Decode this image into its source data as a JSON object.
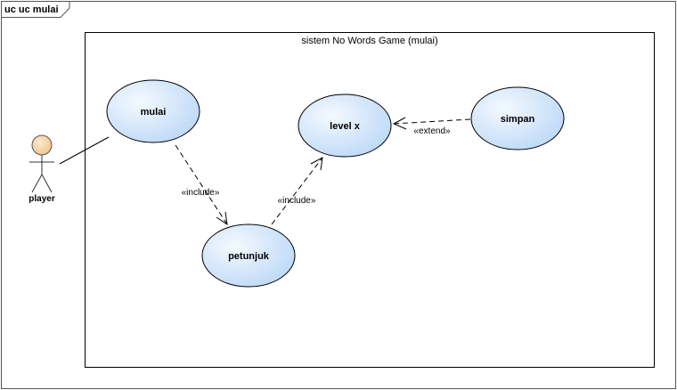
{
  "frame": {
    "title": "uc uc mulai"
  },
  "system": {
    "title": "sistem No Words Game (mulai)"
  },
  "actor": {
    "name": "player",
    "fill_color": "#f5d2a6"
  },
  "use_cases": {
    "mulai": "mulai",
    "level_x": "level x",
    "simpan": "simpan",
    "petunjuk": "petunjuk"
  },
  "use_case_colors": {
    "light": "#eef5fd",
    "dark": "#bcd8f7"
  },
  "relations": {
    "include_1": "«include»",
    "include_2": "«include»",
    "extend": "«extend»"
  }
}
